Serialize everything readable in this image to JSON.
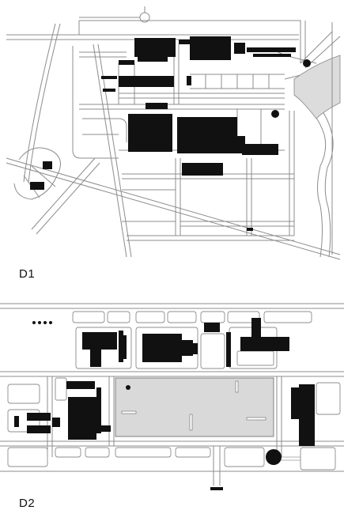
{
  "maps": [
    {
      "id": "d1",
      "label": "D1"
    },
    {
      "id": "d2",
      "label": "D2"
    }
  ],
  "colors": {
    "building": "#111111",
    "road": "#8c8c8c",
    "paved_area": "#d9d9d9",
    "background": "#ffffff"
  }
}
